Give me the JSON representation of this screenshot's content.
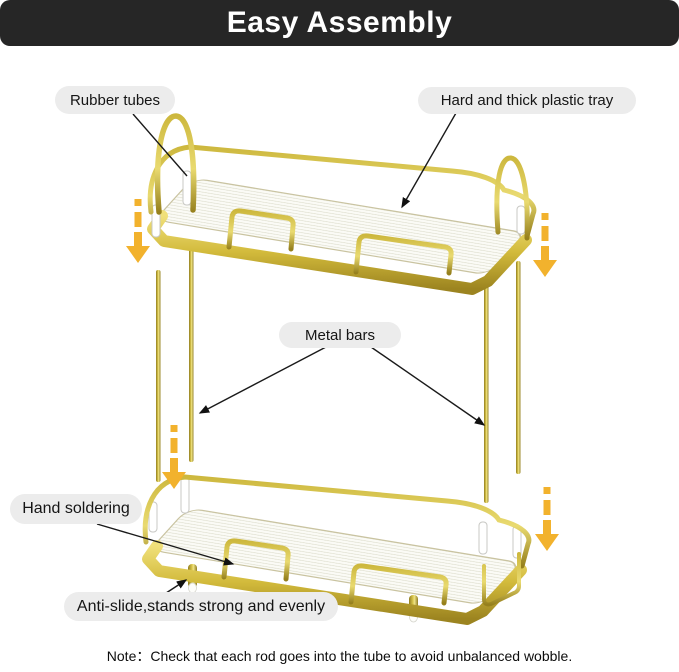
{
  "banner": {
    "title": "Easy Assembly"
  },
  "callouts": {
    "rubber_tubes": "Rubber tubes",
    "plastic_tray": "Hard and thick plastic tray",
    "metal_bars": "Metal bars",
    "hand_soldering": "Hand soldering",
    "anti_slide": "Anti-slide,stands strong and evenly"
  },
  "note": "Note：Check that each rod goes into the tube to avoid unbalanced wobble.",
  "colors": {
    "banner_bg": "#262626",
    "banner_text": "#ffffff",
    "gold_frame": "#c0a72e",
    "arrow_amber": "#f2b22d",
    "pill_bg": "#ececec",
    "pill_text": "#151515",
    "leader_line": "#1a1a1a",
    "tray_surface": "#fbfbf6"
  },
  "icons": {
    "assembly_arrow": "dashed-down-arrow-icon",
    "leader_pointer": "small-black-arrowhead"
  }
}
